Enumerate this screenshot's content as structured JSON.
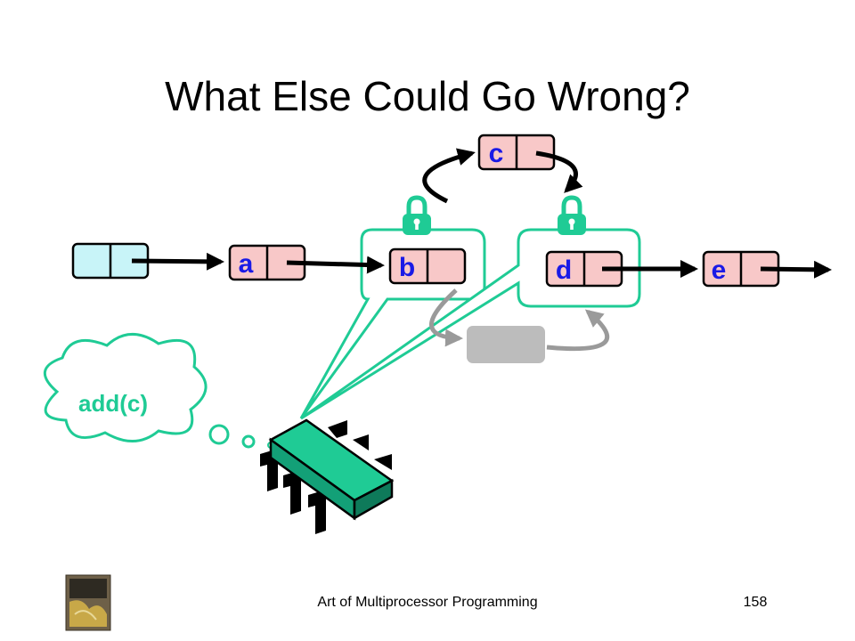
{
  "slide": {
    "title": "What Else Could Go Wrong?",
    "footer": "Art of Multiprocessor Programming",
    "page_number": "158"
  },
  "nodes": {
    "head": "",
    "a": "a",
    "b": "b",
    "c": "c",
    "d": "d",
    "e": "e"
  },
  "thought_bubble": "add(c)",
  "colors": {
    "node_fill": "#f8c8c8",
    "head_fill": "#c8f4f8",
    "accent_green": "#1fcb95",
    "label_blue": "#1a1ae6",
    "ghost_gray": "#bcbcbc"
  },
  "icons": [
    "lock-icon",
    "processor-chip-icon",
    "thought-cloud-icon",
    "book-cover-icon"
  ]
}
